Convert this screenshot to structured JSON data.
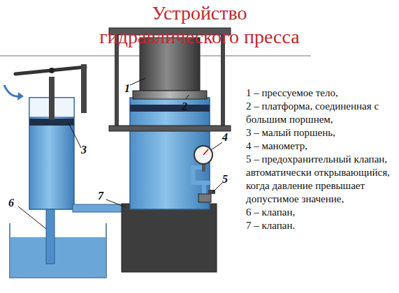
{
  "diagram": {
    "title": "Устройство гидравлического пресса",
    "labels": [
      "1",
      "2",
      "3",
      "4",
      "5",
      "6",
      "7",
      "1 – прессуемое тело,",
      "2 – платформа, соединенная с большим поршнем,",
      "3 – малый поршень,",
      "4 – манометр,",
      "5 – предохранительный клапан, автоматически открывающийся, когда давление превышает допустимое значение,",
      "6 – клапан,",
      "7 – клапан."
    ]
  }
}
